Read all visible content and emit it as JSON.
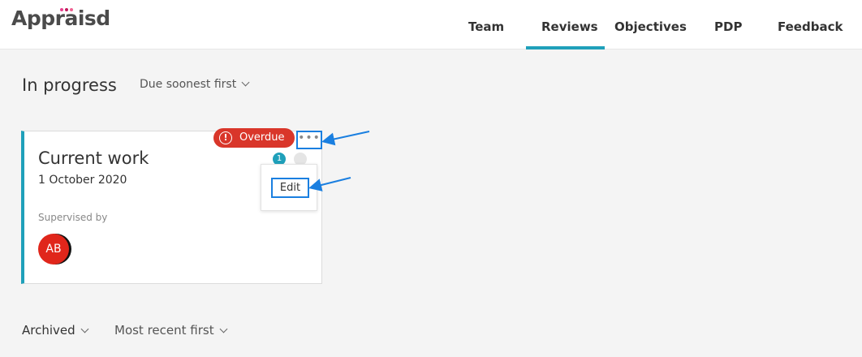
{
  "app": {
    "logo_text": "Appraisd",
    "logo_dot_colors": [
      "#e83e8c",
      "#c2185b",
      "#f06292"
    ]
  },
  "nav": {
    "items": [
      {
        "label": "Team"
      },
      {
        "label": "Reviews",
        "active": true
      },
      {
        "label": "Objectives"
      },
      {
        "label": "PDP"
      },
      {
        "label": "Feedback"
      }
    ],
    "active_color": "#1fa0ba"
  },
  "in_progress": {
    "title": "In progress",
    "sort_label": "Due soonest first"
  },
  "card": {
    "title": "Current work",
    "date": "1 October 2020",
    "supervised_label": "Supervised by",
    "avatar_initials": "AB",
    "status_badge": "Overdue",
    "status_icon": "!",
    "count": "1",
    "more_label": "•••",
    "menu": {
      "edit_label": "Edit"
    }
  },
  "archived": {
    "label": "Archived",
    "sort_label": "Most recent first"
  },
  "colors": {
    "accent": "#1fa0ba",
    "overdue": "#d9362a",
    "highlight": "#1a7fe0",
    "avatar": "#e0261b"
  }
}
